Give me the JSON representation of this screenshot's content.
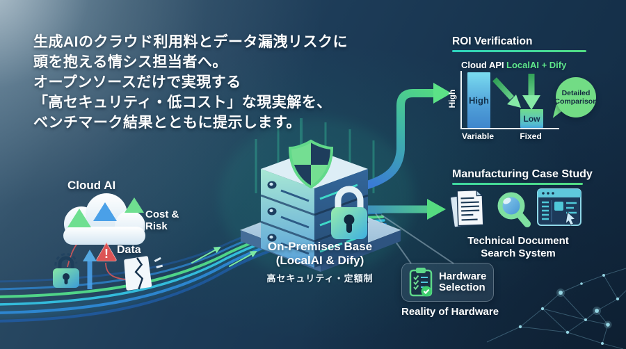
{
  "headline": {
    "lines": [
      "生成AIのクラウド利用料とデータ漏洩リスクに",
      "頭を抱える情シス担当者へ。",
      "オープンソースだけで実現する",
      "「高セキュリティ・低コスト」な現実解を、",
      "ベンチマーク結果とともに提示します。"
    ]
  },
  "cloud_section": {
    "title": "Cloud AI",
    "cost_risk_line1": "Cost &",
    "cost_risk_line2": "Risk",
    "data_label": "Data",
    "warning_mark": "!"
  },
  "server_section": {
    "title_line1": "On-Premises Base",
    "title_line2": "(LocalAI & Dify)",
    "subtitle": "高セキュリティ・定額制"
  },
  "roi_section": {
    "title": "ROI Verification",
    "legend_cloud": "Cloud API",
    "legend_local": "LocalAI + Dify",
    "bar_high_label": "High",
    "bar_low_label": "Low",
    "axis_y_label": "High",
    "axis_x_variable": "Variable",
    "axis_x_fixed": "Fixed",
    "bubble_line1": "Detailed",
    "bubble_line2": "Comparison"
  },
  "case_section": {
    "title": "Manufacturing Case Study",
    "caption_line1": "Technical Document",
    "caption_line2": "Search System"
  },
  "hardware_section": {
    "badge_line1": "Hardware",
    "badge_line2": "Selection",
    "caption": "Reality of Hardware"
  },
  "colors": {
    "background_navy": "#16324c",
    "accent_green": "#52dc82",
    "accent_teal": "#2dd4bf",
    "bar_blue": "#4f9fd8",
    "bar_green": "#6fdc8c",
    "warning_red": "#e25555",
    "bubble_green": "#72dc85",
    "text_white": "#ffffff",
    "dark_label": "#14314c"
  },
  "chart_data": {
    "type": "bar",
    "title": "ROI Verification",
    "categories": [
      "Variable",
      "Fixed"
    ],
    "series": [
      {
        "name": "Cloud API",
        "category": "Variable",
        "qualitative_value": "High",
        "relative_value": 1.0
      },
      {
        "name": "LocalAI + Dify",
        "category": "Fixed",
        "qualitative_value": "Low",
        "relative_value": 0.34
      }
    ],
    "ylabel": "High",
    "legend_position": "top",
    "grid": false,
    "annotations": [
      "Detailed Comparison"
    ]
  }
}
